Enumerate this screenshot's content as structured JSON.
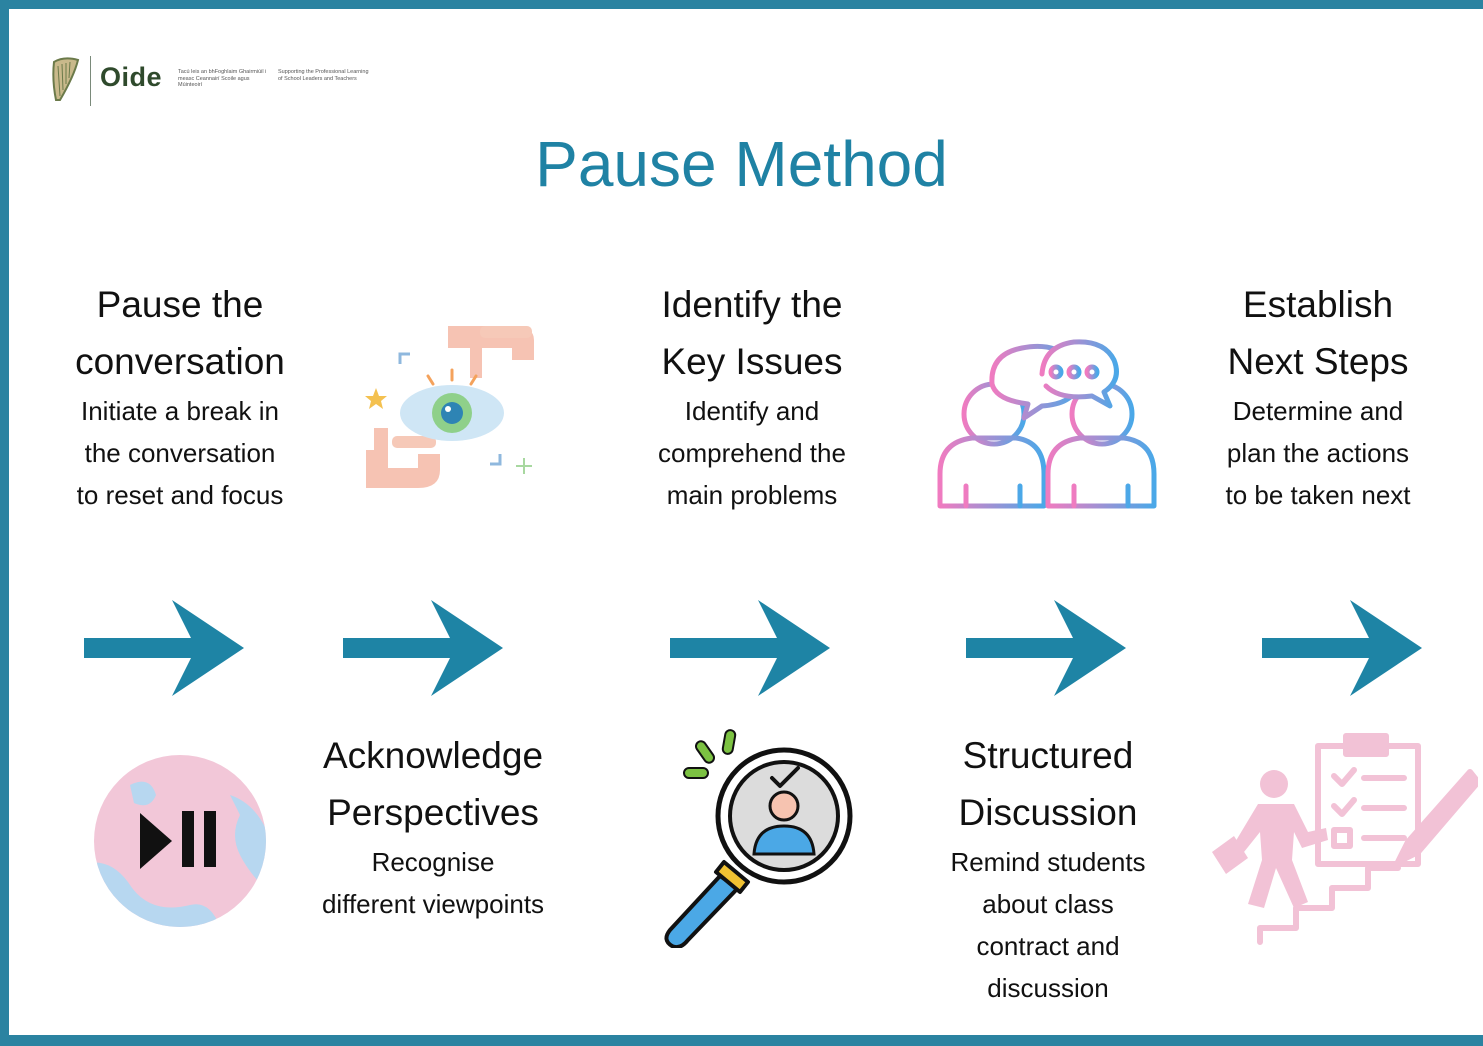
{
  "logo": {
    "wordmark": "Oide",
    "tagline_1": "Tacú leis an bhFoghlaim Ghairmiúil i measc Ceannairí Scoile agus Múinteoirí",
    "tagline_2": "Supporting the Professional Learning of School Leaders and Teachers"
  },
  "title": "Pause Method",
  "steps": [
    {
      "title_1": "Pause the",
      "title_2": "conversation",
      "desc_1": "Initiate a break in",
      "desc_2": "the conversation",
      "desc_3": "to reset and focus"
    },
    {
      "title_1": "Acknowledge",
      "title_2": "Perspectives",
      "desc_1": "Recognise",
      "desc_2": "different viewpoints"
    },
    {
      "title_1": "Identify the",
      "title_2": "Key Issues",
      "desc_1": "Identify and",
      "desc_2": "comprehend the",
      "desc_3": "main problems"
    },
    {
      "title_1": "Structured",
      "title_2": "Discussion",
      "desc_1": "Remind students",
      "desc_2": "about class",
      "desc_3": "contract and",
      "desc_4": "discussion"
    },
    {
      "title_1": "Establish",
      "title_2": "Next Steps",
      "desc_1": "Determine and",
      "desc_2": "plan the actions",
      "desc_3": "to be taken next"
    }
  ],
  "colors": {
    "accent": "#1F82A4",
    "frame": "#2B83A1",
    "arrow": "#1E84A5",
    "pink": "#F2C7D8",
    "light_blue": "#B7D7F0"
  },
  "icons": [
    "harp-icon",
    "focus-eye-icon",
    "chat-people-icon",
    "play-pause-icon",
    "magnifier-person-icon",
    "plan-steps-icon",
    "arrow-right-icon"
  ]
}
